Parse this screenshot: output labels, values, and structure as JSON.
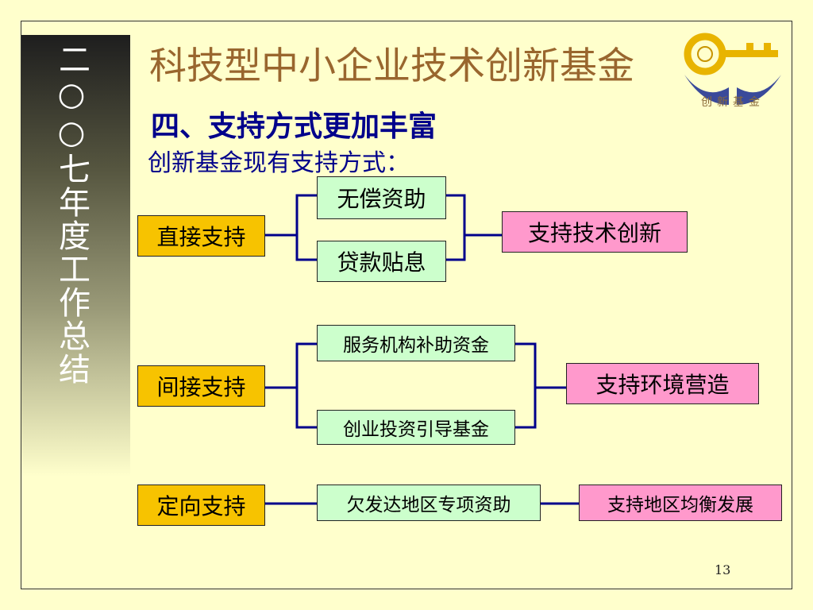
{
  "sidebar": {
    "vertical_title": "二○○七年度工作总结"
  },
  "header": {
    "title": "科技型中小企业技术创新基金",
    "logo_text": "创新基金"
  },
  "section": {
    "heading": "四、支持方式更加丰富",
    "subheading": "创新基金现有支持方式："
  },
  "diagram": {
    "direct": {
      "category": "直接支持",
      "items": [
        "无偿资助",
        "贷款贴息"
      ],
      "goal": "支持技术创新"
    },
    "indirect": {
      "category": "间接支持",
      "items": [
        "服务机构补助资金",
        "创业投资引导基金"
      ],
      "goal": "支持环境营造"
    },
    "targeted": {
      "category": "定向支持",
      "items": [
        "欠发达地区专项资助"
      ],
      "goal": "支持地区均衡发展"
    }
  },
  "colors": {
    "category_fill": "#f7c300",
    "item_fill": "#ccffcc",
    "goal_fill": "#ff99cc",
    "connector": "#00008b",
    "title": "#99662e",
    "heading": "#00008b"
  },
  "footer": {
    "page_number": "13"
  }
}
